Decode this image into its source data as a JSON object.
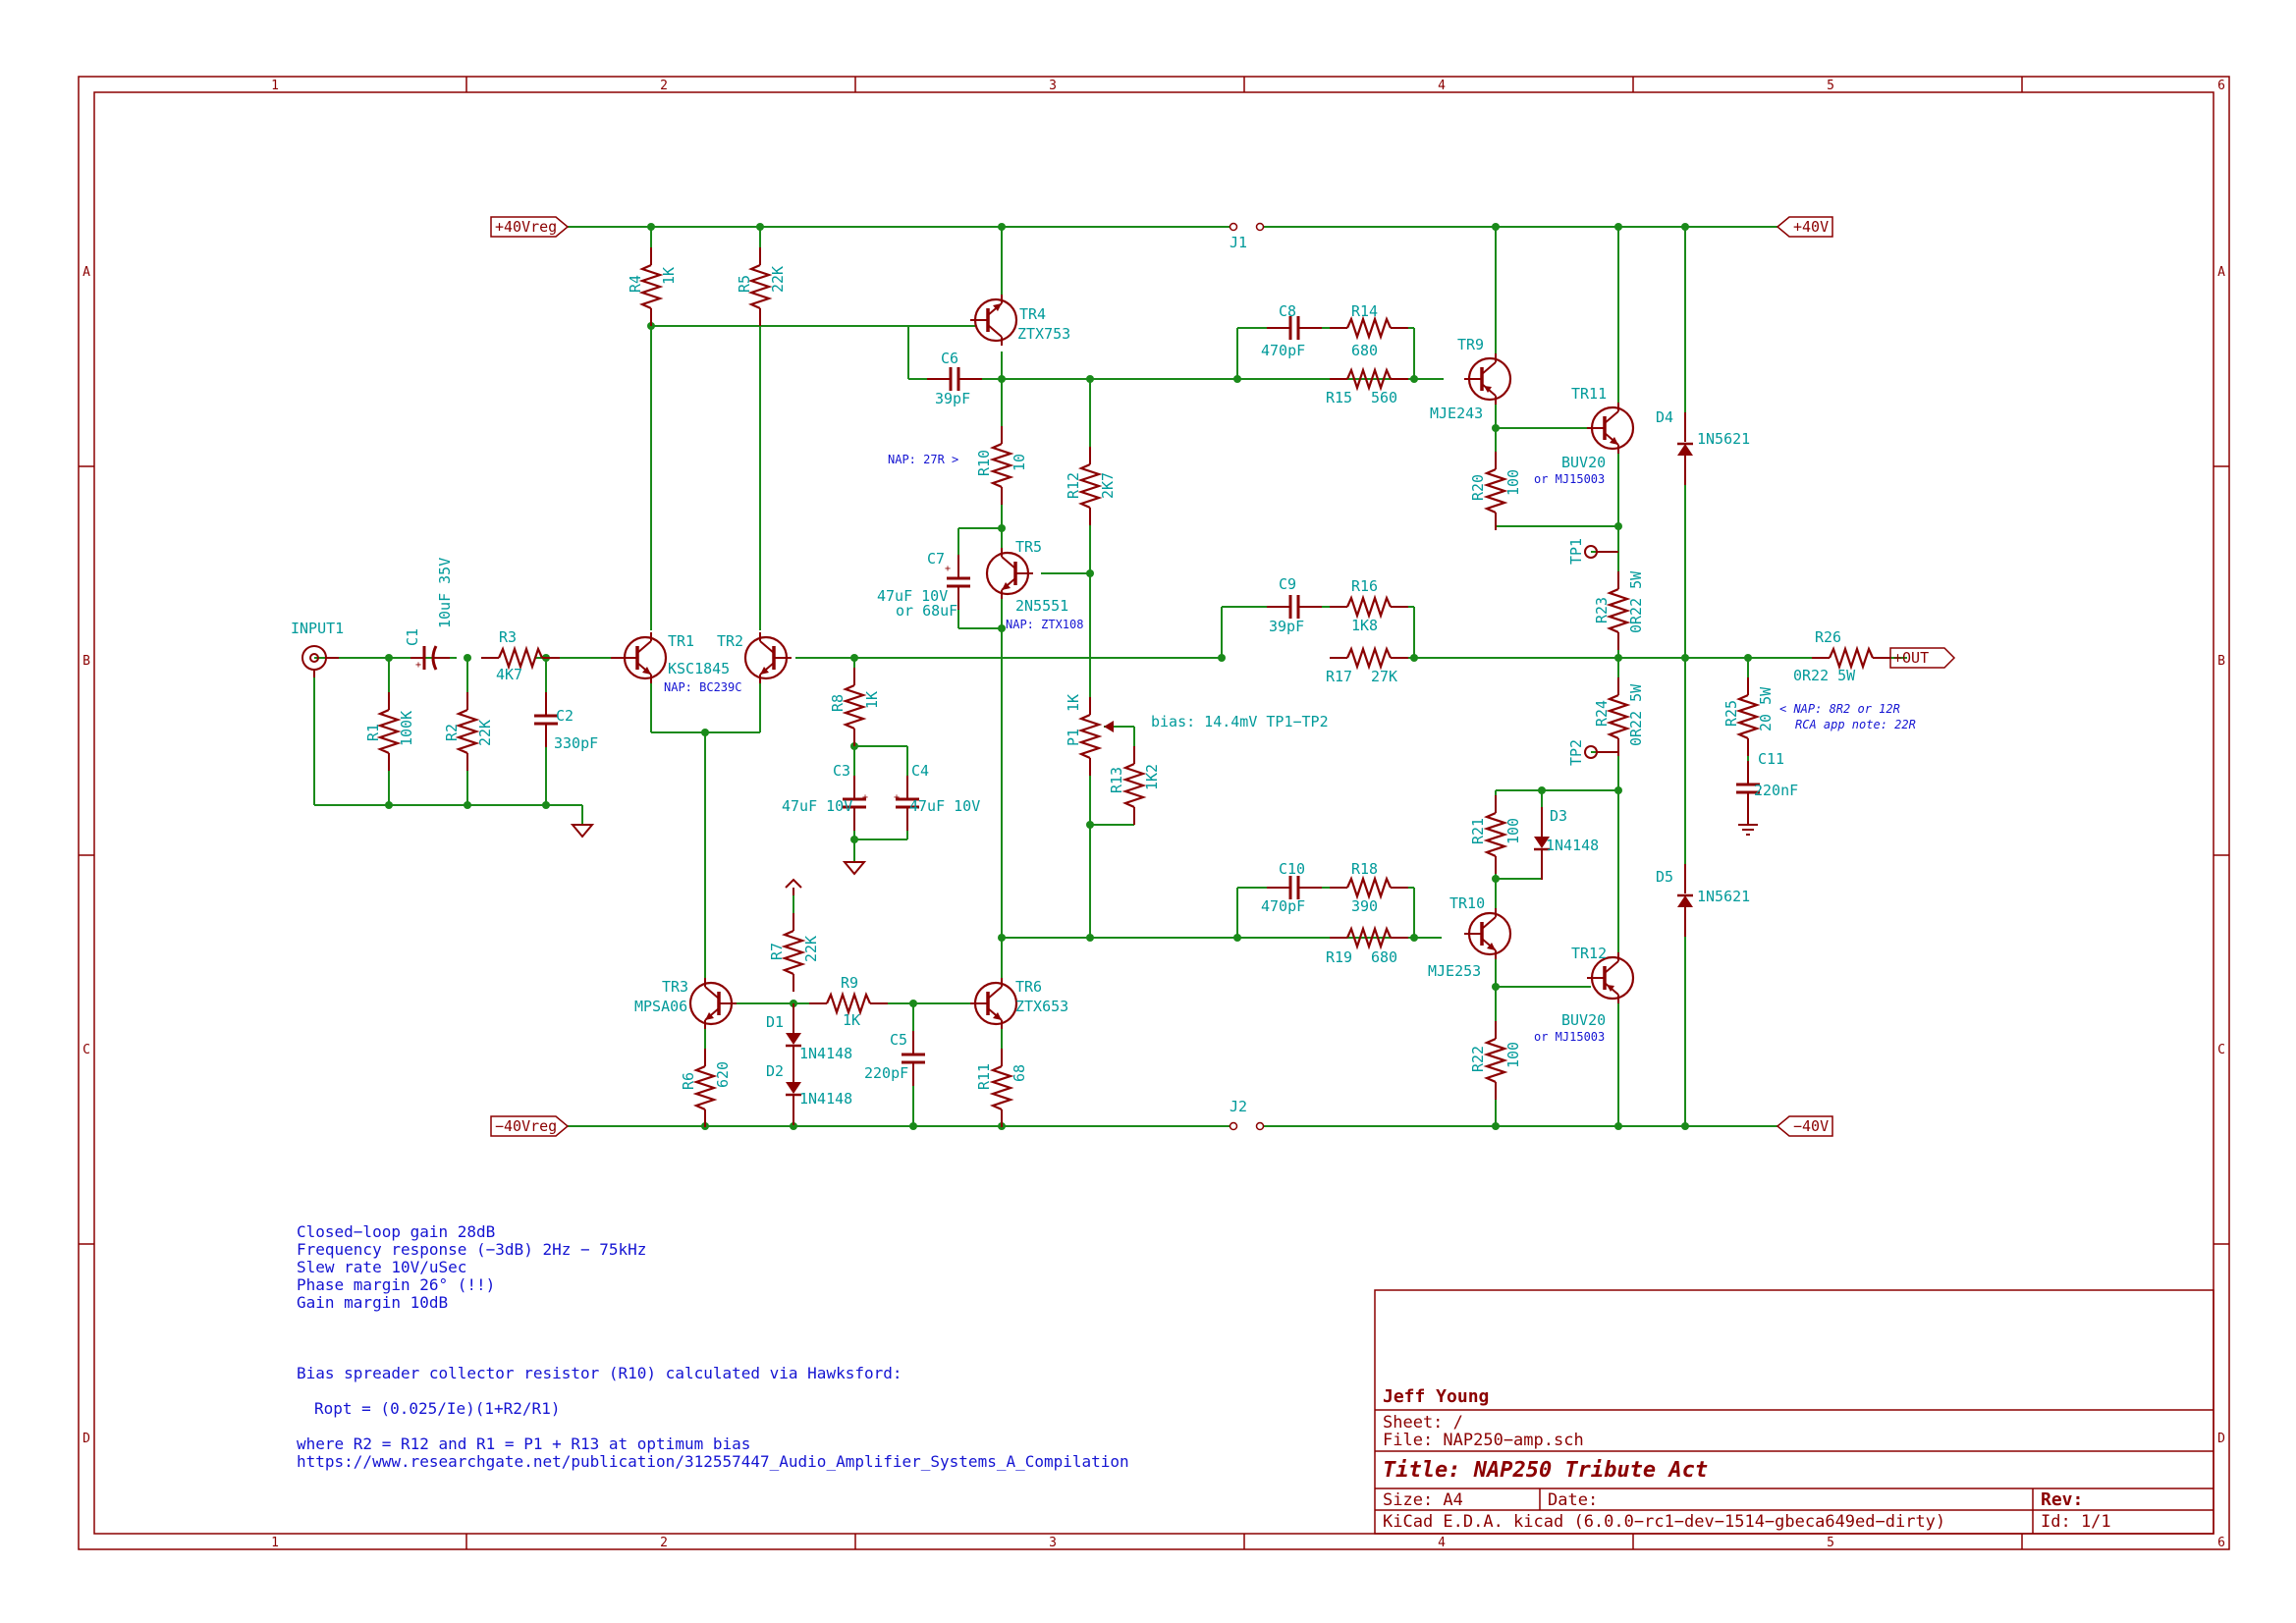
{
  "frame": {
    "cols": [
      "1",
      "2",
      "3",
      "4",
      "5",
      "6"
    ],
    "rows": [
      "A",
      "B",
      "C",
      "D"
    ]
  },
  "colors": {
    "wire": "#1a8a1a",
    "symbol": "#8b0000",
    "ref": "#009a9a",
    "note": "#1414d2"
  },
  "nets": {
    "plus40vreg": "+40Vreg",
    "minus40vreg": "−40Vreg",
    "plus40v": "+40V",
    "minus40v": "−40V",
    "out": "+OUT"
  },
  "refs": {
    "input1": "INPUT1",
    "c1": "C1",
    "c1v": "10uF 35V",
    "r3": "R3",
    "r3v": "4K7",
    "r1": "R1",
    "r1v": "100K",
    "r2": "R2",
    "r2v": "22K",
    "c2": "C2",
    "c2v": "330pF",
    "r4": "R4",
    "r4v": "1K",
    "r5": "R5",
    "r5v": "22K",
    "tr1": "TR1",
    "tr1v": "KSC1845",
    "tr1n": "NAP: BC239C",
    "tr2": "TR2",
    "tr4": "TR4",
    "tr4v": "ZTX753",
    "c6": "C6",
    "c6v": "39pF",
    "r10": "R10",
    "r10v": "10",
    "r10n": "NAP: 27R >",
    "r12": "R12",
    "r12v": "2K7",
    "tr5": "TR5",
    "tr5v": "2N5551",
    "tr5n": "NAP: ZTX108",
    "c7": "C7",
    "c7v": "47uF 10V",
    "c7v2": "or 68uF",
    "r8": "R8",
    "r8v": "1K",
    "c3": "C3",
    "c3v": "47uF 10V",
    "c4": "C4",
    "c4v": "47uF 10V",
    "p1": "P1",
    "p1v": "1K",
    "r13": "R13",
    "r13v": "1K2",
    "bias": "bias: 14.4mV TP1−TP2",
    "c8": "C8",
    "c8v": "470pF",
    "r14": "R14",
    "r14v": "680",
    "r15": "R15",
    "r15v": "560",
    "tr9": "TR9",
    "tr9v": "MJE243",
    "tr11": "TR11",
    "tr11v": "BUV20",
    "tr11n": "or MJ15003",
    "r20": "R20",
    "r20v": "100",
    "c9": "C9",
    "c9v": "39pF",
    "r16": "R16",
    "r16v": "1K8",
    "r17": "R17",
    "r17v": "27K",
    "tp1": "TP1",
    "tp2": "TP2",
    "r23": "R23",
    "r23v": "0R22 5W",
    "r24": "R24",
    "r24v": "0R22 5W",
    "d4": "D4",
    "d4v": "1N5621",
    "d5": "D5",
    "d5v": "1N5621",
    "r26": "R26",
    "r26v": "0R22 5W",
    "r25": "R25",
    "r25v": "20 5W",
    "r25n1": "< NAP: 8R2 or 12R",
    "r25n2": "RCA app note: 22R",
    "c11": "C11",
    "c11v": "220nF",
    "r21": "R21",
    "r21v": "100",
    "d3": "D3",
    "d3v": "1N4148",
    "c10": "C10",
    "c10v": "470pF",
    "r18": "R18",
    "r18v": "390",
    "r19": "R19",
    "r19v": "680",
    "tr10": "TR10",
    "tr10v": "MJE253",
    "tr12": "TR12",
    "tr12v": "BUV20",
    "tr12n": "or MJ15003",
    "r22": "R22",
    "r22v": "100",
    "tr3": "TR3",
    "tr3v": "MPSA06",
    "r6": "R6",
    "r6v": "620",
    "r7": "R7",
    "r7v": "22K",
    "d1": "D1",
    "d1v": "1N4148",
    "d2": "D2",
    "d2v": "1N4148",
    "r9": "R9",
    "r9v": "1K",
    "c5": "C5",
    "c5v": "220pF",
    "tr6": "TR6",
    "tr6v": "ZTX653",
    "r11": "R11",
    "r11v": "68",
    "j1": "J1",
    "j2": "J2"
  },
  "notes": {
    "spec1": "Closed−loop gain 28dB",
    "spec2": "Frequency response (−3dB) 2Hz − 75kHz",
    "spec3": "Slew rate 10V/uSec",
    "spec4": "Phase margin 26° (!!)",
    "spec5": "Gain margin 10dB",
    "hawk1": "Bias spreader collector resistor (R10) calculated via Hawksford:",
    "hawk2": "Ropt = (0.025/Ie)(1+R2/R1)",
    "hawk3": "where R2 = R12 and R1 = P1 + R13 at optimum bias",
    "hawk4": "https://www.researchgate.net/publication/312557447_Audio_Amplifier_Systems_A_Compilation"
  },
  "title_block": {
    "author": "Jeff Young",
    "sheet": "Sheet: /",
    "file": "File: NAP250−amp.sch",
    "title": "Title: NAP250 Tribute Act",
    "size": "Size: A4",
    "date": "Date:",
    "rev": "Rev:",
    "tool": "KiCad E.D.A.  kicad (6.0.0−rc1−dev−1514−gbeca649ed−dirty)",
    "id": "Id: 1/1"
  }
}
